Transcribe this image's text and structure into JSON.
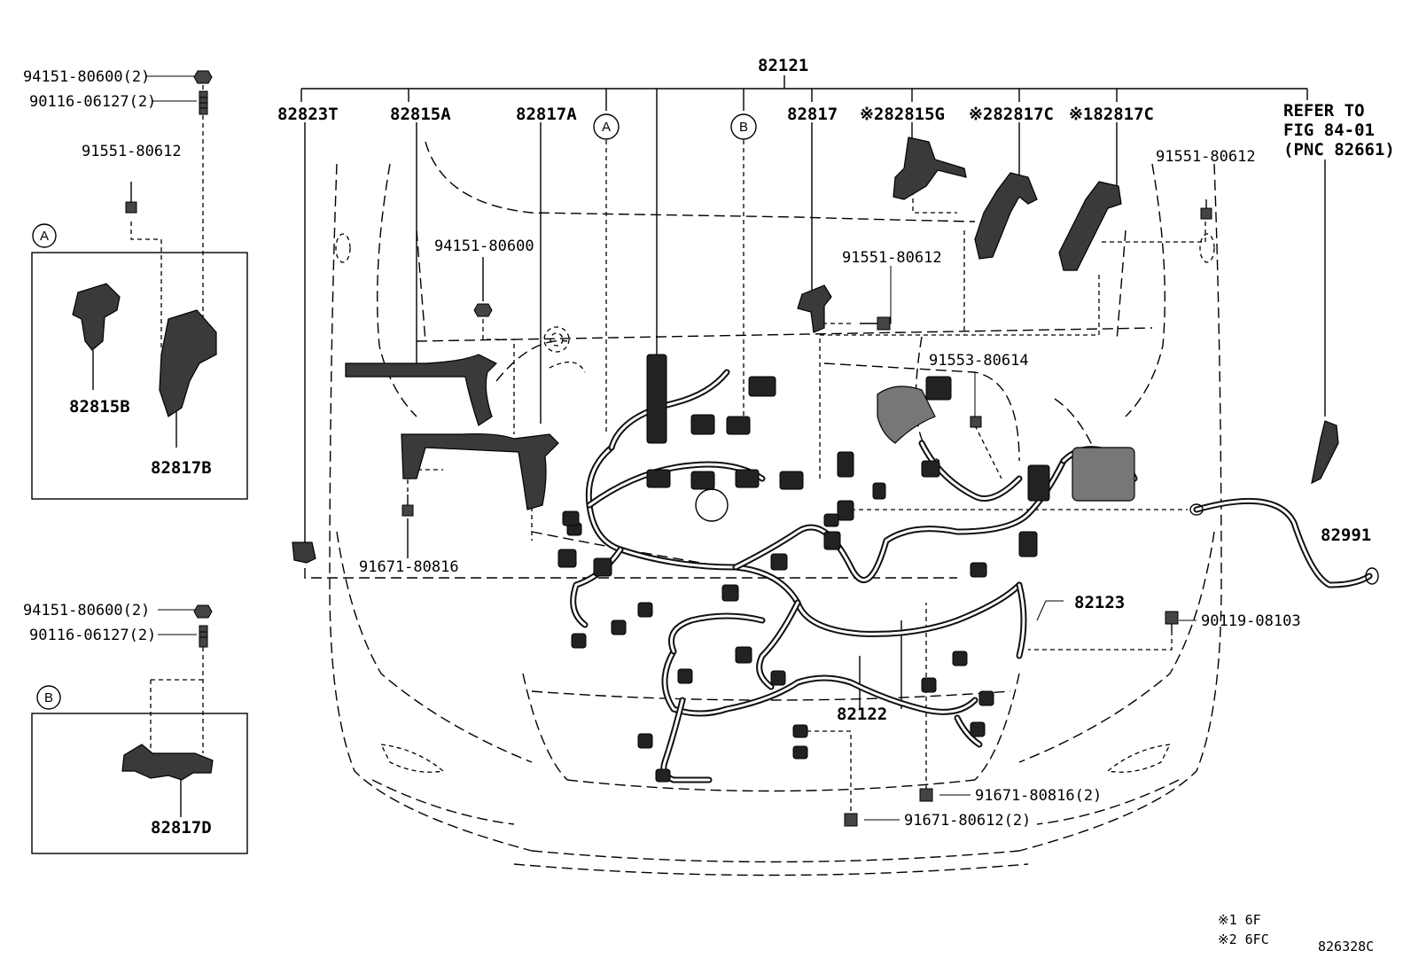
{
  "labels": {
    "main_harness": "82121",
    "p82823T": "82823T",
    "p82815A": "82815A",
    "p82817A": "82817A",
    "callout_a_top": "A",
    "callout_b_top": "B",
    "p82817": "82817",
    "p82815G": "※282815G",
    "p82817C_2": "※282817C",
    "p82817C_1": "※182817C",
    "refer_line1": "REFER TO",
    "refer_line2": "FIG 84-01",
    "refer_line3": "(PNC 82661)",
    "nut_top": "94151-80600(2)",
    "stud_top": "90116-06127(2)",
    "bolt_a": "91551-80612",
    "inset_a_label": "A",
    "p82815B": "82815B",
    "p82817B": "82817B",
    "nut_center": "94151-80600",
    "bolt_center": "91551-80612",
    "bolt_right": "91551-80612",
    "bolt_91553": "91553-80614",
    "bolt_91671_left": "91671-80816",
    "p82991": "82991",
    "p82123": "82123",
    "bolt_90119": "90119-08103",
    "p82122": "82122",
    "bolt_91671_816_2": "91671-80816(2)",
    "bolt_91671_612_2": "91671-80612(2)",
    "nut_b": "94151-80600(2)",
    "stud_b": "90116-06127(2)",
    "inset_b_label": "B",
    "p82817D": "82817D",
    "note1": "※1 6F",
    "note2": "※2 6FC",
    "figure_code": "826328C"
  }
}
